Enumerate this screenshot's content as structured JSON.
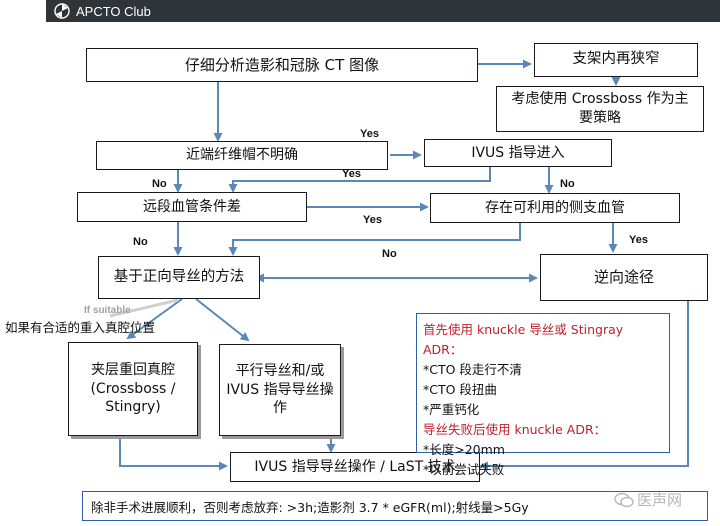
{
  "app": {
    "title": "APCTO Club"
  },
  "boxes": {
    "analyze": "仔细分析造影和冠脉 CT 图像",
    "in_stent": "支架内再狭窄",
    "crossboss_main": "考虑使用 Crossboss 作为主要策略",
    "proximal_cap": "近端纤维帽不明确",
    "ivus_entry": "IVUS 指导进入",
    "distal_poor": "远段血管条件差",
    "side_branch": "存在可利用的侧支血管",
    "antegrade": "基于正向导丝的方法",
    "retrograde": "逆向途径",
    "dissection": "夹层重回真腔 (Crossboss / Stingry)",
    "parallel": "平行导丝和/或 IVUS 指导导丝操作",
    "ivus_last": "IVUS 指导导丝操作  / LaST 技术"
  },
  "labels": {
    "yes": "Yes",
    "no": "No",
    "if_suitable": "If suitable",
    "reentry_note": "如果有合适的重入真腔位置"
  },
  "retro_notes": {
    "line1": "首先使用 knuckle 导丝或 Stingray ADR：",
    "line2": "*CTO 段走行不清",
    "line3": "*CTO 段扭曲",
    "line4": "*严重钙化",
    "line5": "导丝失败后使用 knuckle ADR：",
    "line6": "*长度>20mm",
    "line7": "*以前尝试失败"
  },
  "footer": "除非手术进展顺利，否则考虑放弃: >3h;造影剂 3.7 * eGFR(ml);射线量>5Gy",
  "watermark": "医声网",
  "colors": {
    "line": "#5b88b8",
    "accent_red": "#c0202a",
    "box_border_blue": "#2e5fa8",
    "titlebar": "#2f3439"
  },
  "icons": {
    "logo": "pinwheel-logo-icon",
    "watermark": "wechat-icon"
  }
}
